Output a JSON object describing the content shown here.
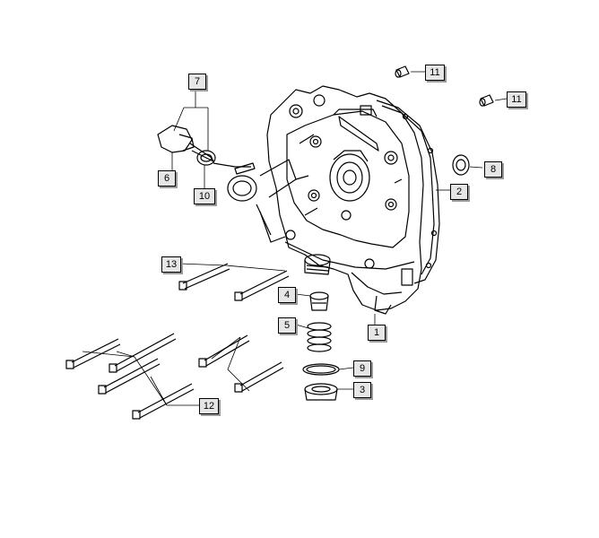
{
  "diagram": {
    "line_color": "#000000",
    "callout_fill": "#e6e6e6",
    "callouts": [
      {
        "id": "c1",
        "label": "1"
      },
      {
        "id": "c2",
        "label": "2"
      },
      {
        "id": "c3",
        "label": "3"
      },
      {
        "id": "c4",
        "label": "4"
      },
      {
        "id": "c5",
        "label": "5"
      },
      {
        "id": "c6",
        "label": "6"
      },
      {
        "id": "c7",
        "label": "7"
      },
      {
        "id": "c8",
        "label": "8"
      },
      {
        "id": "c9",
        "label": "9"
      },
      {
        "id": "c10",
        "label": "10"
      },
      {
        "id": "c11a",
        "label": "11"
      },
      {
        "id": "c11b",
        "label": "11"
      },
      {
        "id": "c12",
        "label": "12"
      },
      {
        "id": "c13",
        "label": "13"
      }
    ]
  }
}
